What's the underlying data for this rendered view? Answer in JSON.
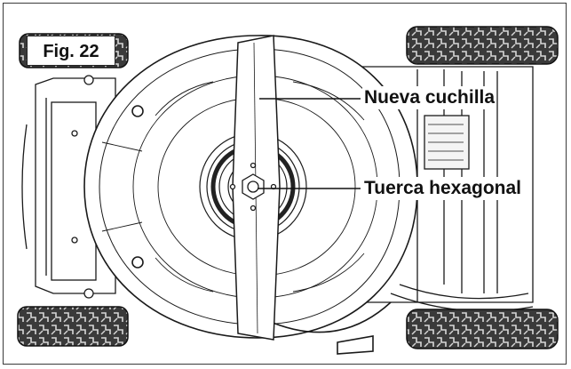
{
  "figure": {
    "label": "Fig. 22"
  },
  "callouts": {
    "blade": "Nueva cuchilla",
    "nut": "Tuerca hexagonal"
  },
  "colors": {
    "line": "#1a1a1a",
    "background": "#ffffff",
    "tire": "#2b2b2b"
  }
}
